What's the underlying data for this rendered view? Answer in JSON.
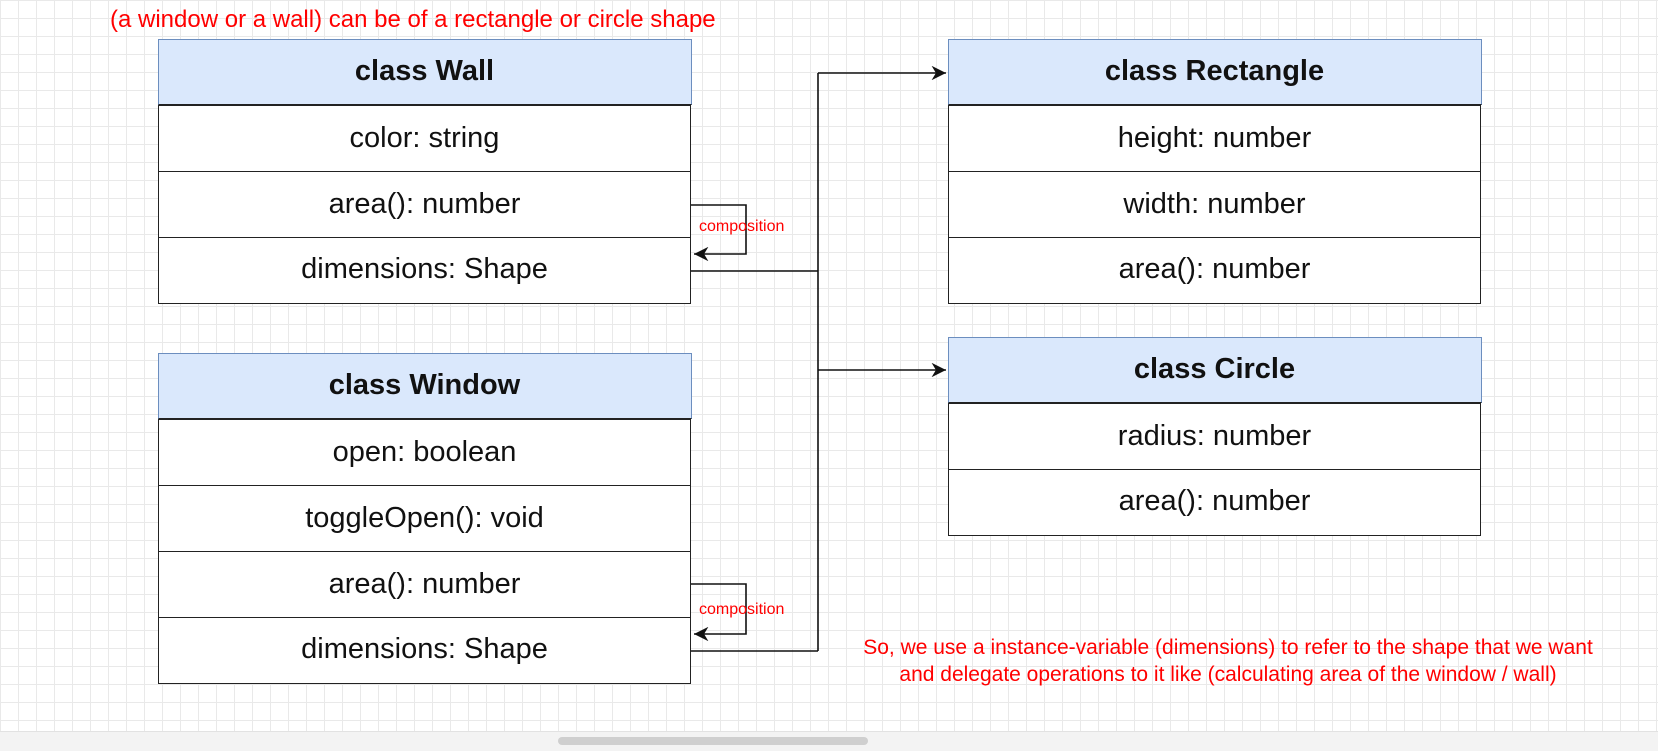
{
  "notes": {
    "top": "(a window or a wall) can be of a rectangle or circle shape",
    "bottom_line1": "So, we use a instance-variable (dimensions) to refer to the shape that we want",
    "bottom_line2": "and delegate operations to it like (calculating area of the window / wall)"
  },
  "classes": {
    "wall": {
      "title": "class Wall",
      "members": [
        "color: string",
        "area(): number",
        "dimensions: Shape"
      ]
    },
    "window": {
      "title": "class Window",
      "members": [
        "open: boolean",
        "toggleOpen(): void",
        "area(): number",
        "dimensions: Shape"
      ]
    },
    "rectangle": {
      "title": "class Rectangle",
      "members": [
        "height: number",
        "width: number",
        "area(): number"
      ]
    },
    "circle": {
      "title": "class Circle",
      "members": [
        "radius: number",
        "area(): number"
      ]
    }
  },
  "connector_labels": {
    "wall_composition": "composition",
    "window_composition": "composition"
  },
  "colors": {
    "header_fill": "#dae8fc",
    "header_border": "#6c8ebf",
    "note_text": "#ff0000",
    "line": "#111111"
  }
}
